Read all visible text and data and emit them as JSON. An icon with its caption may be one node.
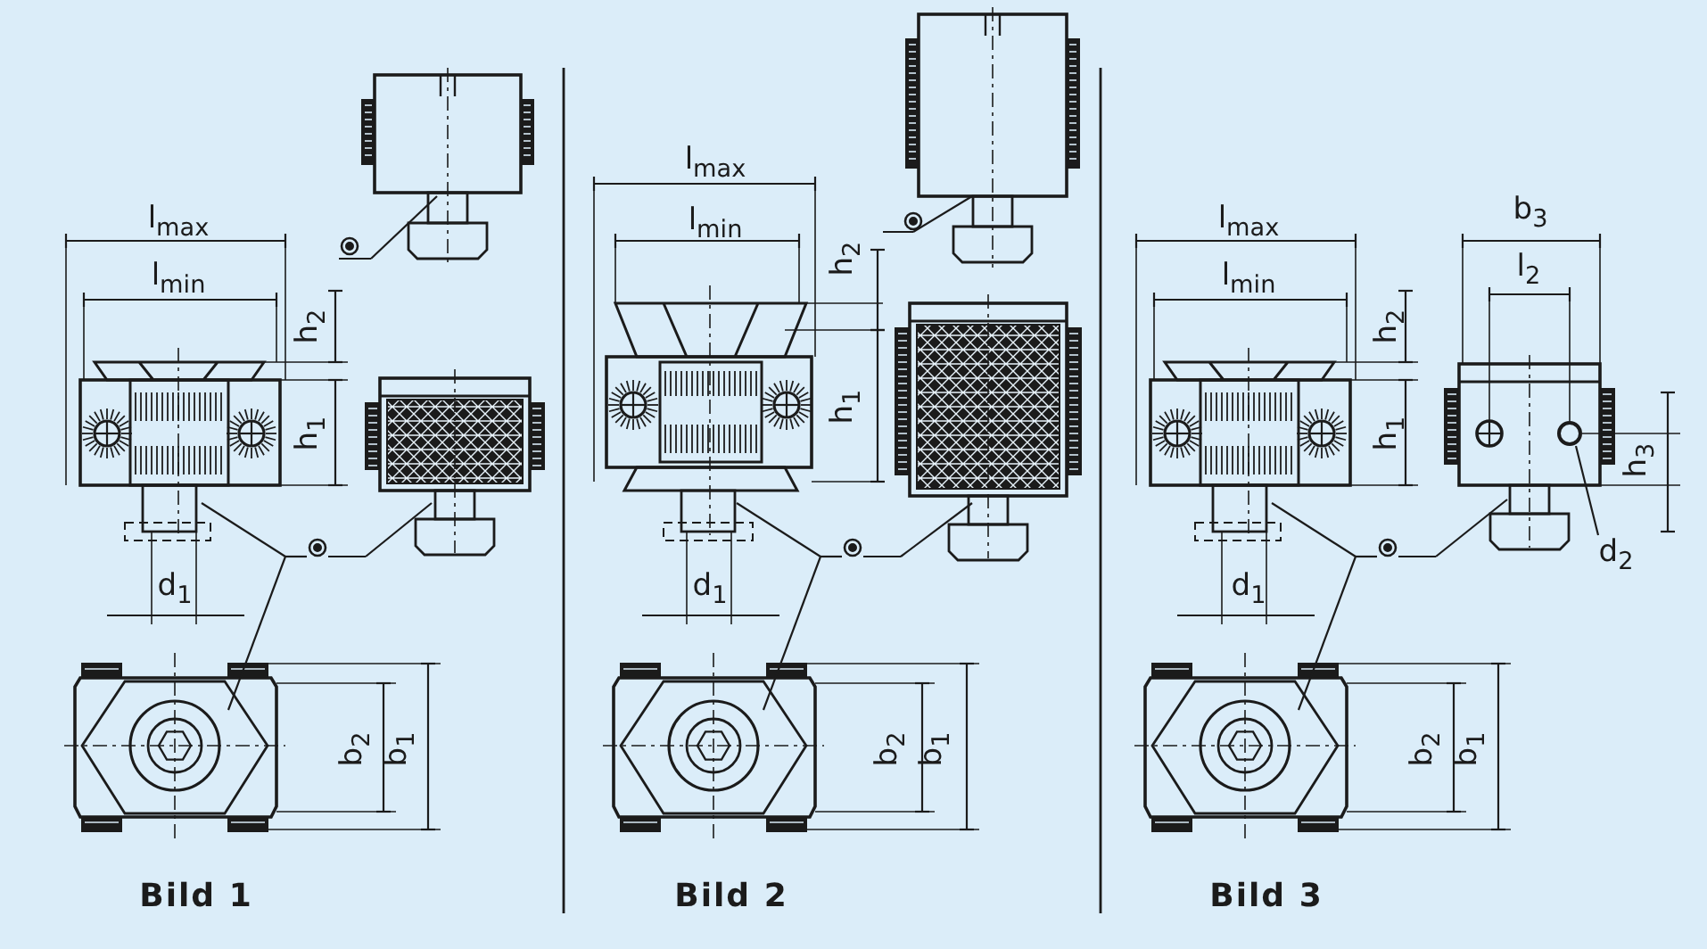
{
  "diagram": {
    "nodes": [
      {
        "text": [
          "d$_{2}$"
        ]
      },
      {
        "text": [],
        "shape": "circle"
      }
    ],
    "edges": [
      {
        "from": 0,
        "to": 1,
        "arrow": "none"
      }
    ],
    "labels": [
      "l$_{max}$",
      "l$_{min}$",
      "h$_{2}$",
      "h$_{1}$",
      "d$_{1}$",
      "b$_{2}$",
      "b$_{1}$",
      "Bild 1",
      "l$_{max}$",
      "l$_{min}$",
      "h$_{2}$",
      "h$_{1}$",
      "d$_{1}$",
      "b$_{2}$",
      "b$_{1}$",
      "Bild 2",
      "l$_{max}$",
      "b$_{3}$",
      "l$_{min}$",
      "l$_{2}$",
      "h$_{2}$",
      "h$_{1}$",
      "h$_{3}$",
      "d$_{1}$",
      "b$_{2}$",
      "b$_{1}$",
      "Bild 3"
    ]
  }
}
